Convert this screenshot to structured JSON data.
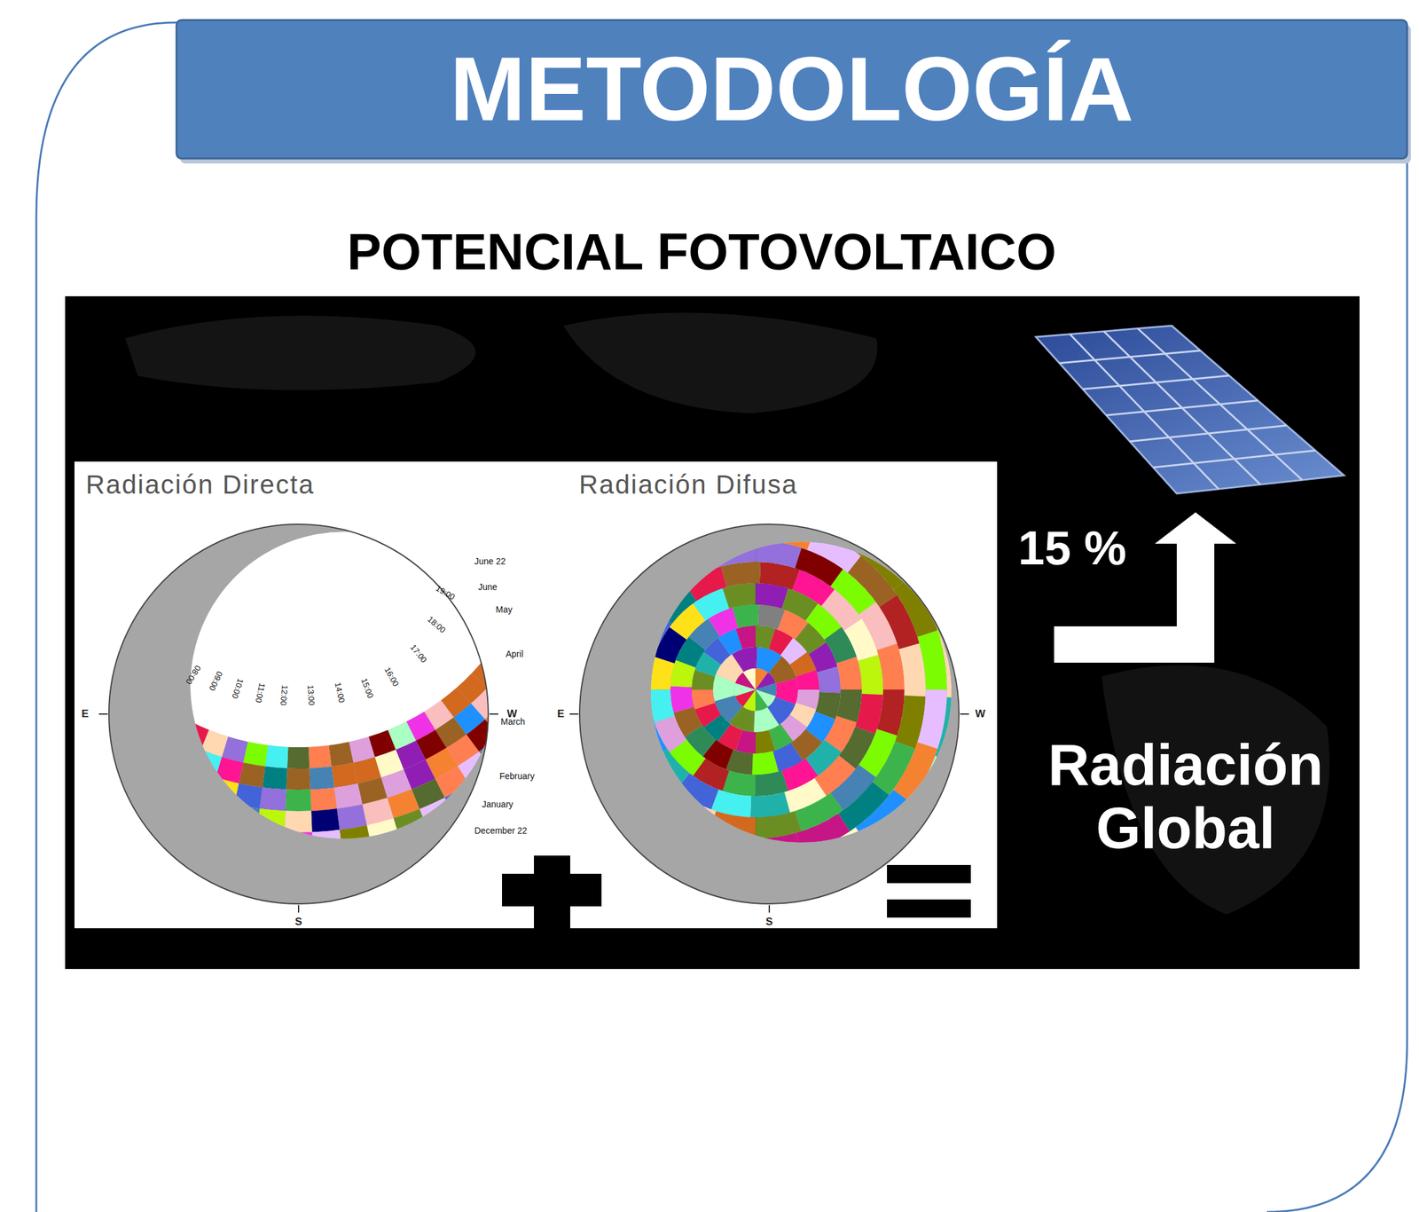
{
  "diagram": {
    "title": "METODOLOGÍA",
    "nodes": [
      {
        "text": [
          "Radiación Directa"
        ]
      },
      {
        "text": [
          "Radiación Difusa"
        ]
      }
    ],
    "labels": [
      "POTENCIAL FOTOVOLTAICO",
      "June 22",
      "June",
      "May",
      "April",
      "March",
      "February",
      "January",
      "December 22",
      "08:00",
      "09:00",
      "10:00",
      "11:00",
      "12:00",
      "13:00",
      "14:00",
      "15:00",
      "16:00",
      "17:00",
      "18:00",
      "19:00",
      "E",
      "W",
      "S",
      "E",
      "W",
      "S",
      "15 %",
      "Radiación Global"
    ]
  }
}
